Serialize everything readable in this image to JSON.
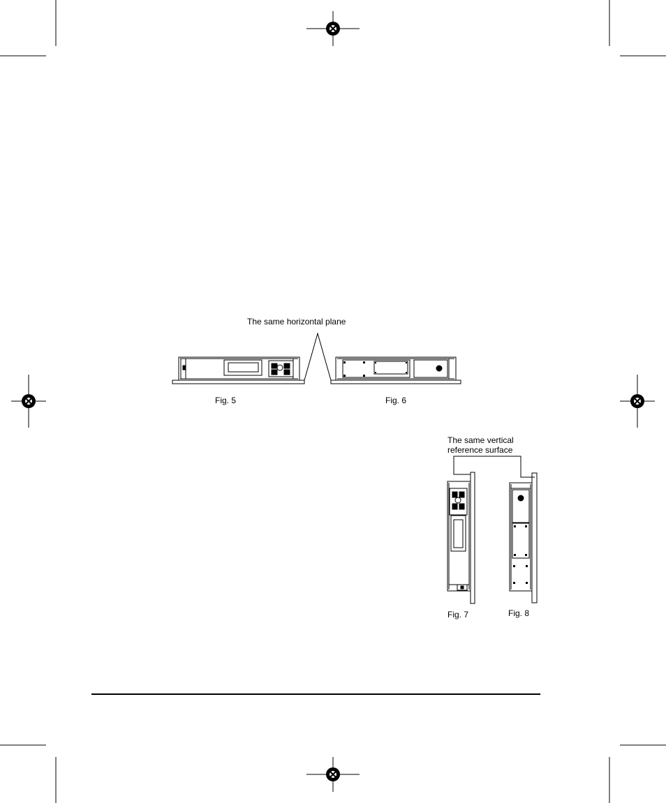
{
  "figures": {
    "horizontal_callout": "The same horizontal plane",
    "vertical_callout_line1": "The same vertical",
    "vertical_callout_line2": "reference surface",
    "fig5": "Fig. 5",
    "fig6": "Fig. 6",
    "fig7": "Fig. 7",
    "fig8": "Fig. 8"
  },
  "marks": {
    "crop_marks": "corner-crop-marks",
    "registration_marks": "registration-target-icon"
  }
}
